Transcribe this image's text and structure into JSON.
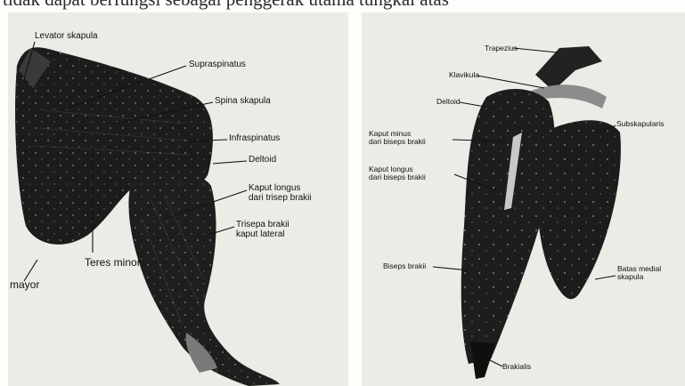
{
  "top_text": "tidak dapat berfungsi sebagai penggerak utama tungkai atas",
  "left_figure": {
    "labels": {
      "levator_skapula": "Levator skapula",
      "supraspinatus": "Supraspinatus",
      "spina_skapula": "Spina skapula",
      "infraspinatus": "Infraspinatus",
      "deltoid": "Deltoid",
      "kaput_longus": "Kaput longus\ndari trisep brakii",
      "trisep_lateral": "Trisepa brakii\nkaput lateral",
      "teres_minor": "Teres minor",
      "teres_mayor": "mayor"
    }
  },
  "right_figure": {
    "labels": {
      "trapezius": "Trapezius",
      "klavikula": "Klavikula",
      "deltoid": "Deltoid",
      "subskapularis": "Subskapularis",
      "kaput_minus": "Kaput minus\ndari biseps brakii",
      "kaput_longus": "Kaput longus\ndari biseps brakii",
      "biseps": "Biseps brakii",
      "batas_medial": "Batas medial\nskapula",
      "brakialis": "Brakialis"
    }
  },
  "colors": {
    "ink": "#111111",
    "paper": "#ecebe6",
    "muscle": "#1e1e1e"
  }
}
